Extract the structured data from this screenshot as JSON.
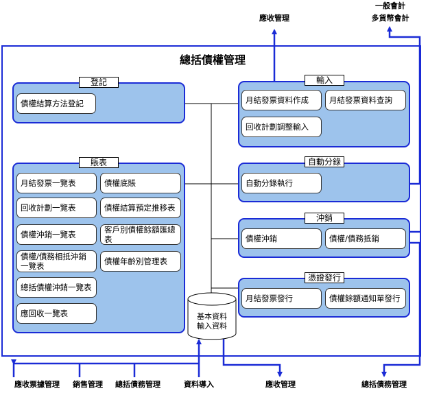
{
  "main_title": "總括債權管理",
  "external": {
    "top_sales_mgmt": "應收管理",
    "top_general_ledger": [
      "一般會計",
      "多貨幣會計"
    ],
    "bottom": {
      "ar_bill": "應收票據管理",
      "sales": "銷售管理",
      "debt": "總括債務管理",
      "import": "資料導入",
      "ar": "應收管理",
      "debt_right": "總括債務管理"
    }
  },
  "panels": {
    "register": {
      "title": "登記",
      "items": [
        "債權結算方法登記"
      ]
    },
    "reports": {
      "title": "賬表",
      "items": [
        "月結發票一覽表",
        "債權底賬",
        "回收計劃一覽表",
        "債權結算預定推移表",
        "債權沖銷一覽表",
        "客戶別債權餘額匯總表",
        "債權/債務相抵沖銷一覽表",
        "債權年齡別管理表",
        "總括債權沖銷一覽表",
        "應回收一覽表"
      ]
    },
    "input": {
      "title": "輸入",
      "items": [
        "月結發票資料作成",
        "月結發票資料查詢",
        "回收計劃調整輸入"
      ]
    },
    "auto": {
      "title": "自動分錄",
      "items": [
        "自動分錄執行"
      ]
    },
    "offset": {
      "title": "沖銷",
      "items": [
        "債權沖銷",
        "債權/債務抵銷"
      ]
    },
    "voucher": {
      "title": "憑證發行",
      "items": [
        "月結發票發行",
        "債權餘額通知單發行"
      ]
    }
  },
  "database": {
    "line1": "基本資料",
    "line2": "輸入資料"
  },
  "colors": {
    "panel_fill": "#9dc3ec",
    "panel_border": "#1a2bd6",
    "arrow": "#1a2bd6"
  }
}
